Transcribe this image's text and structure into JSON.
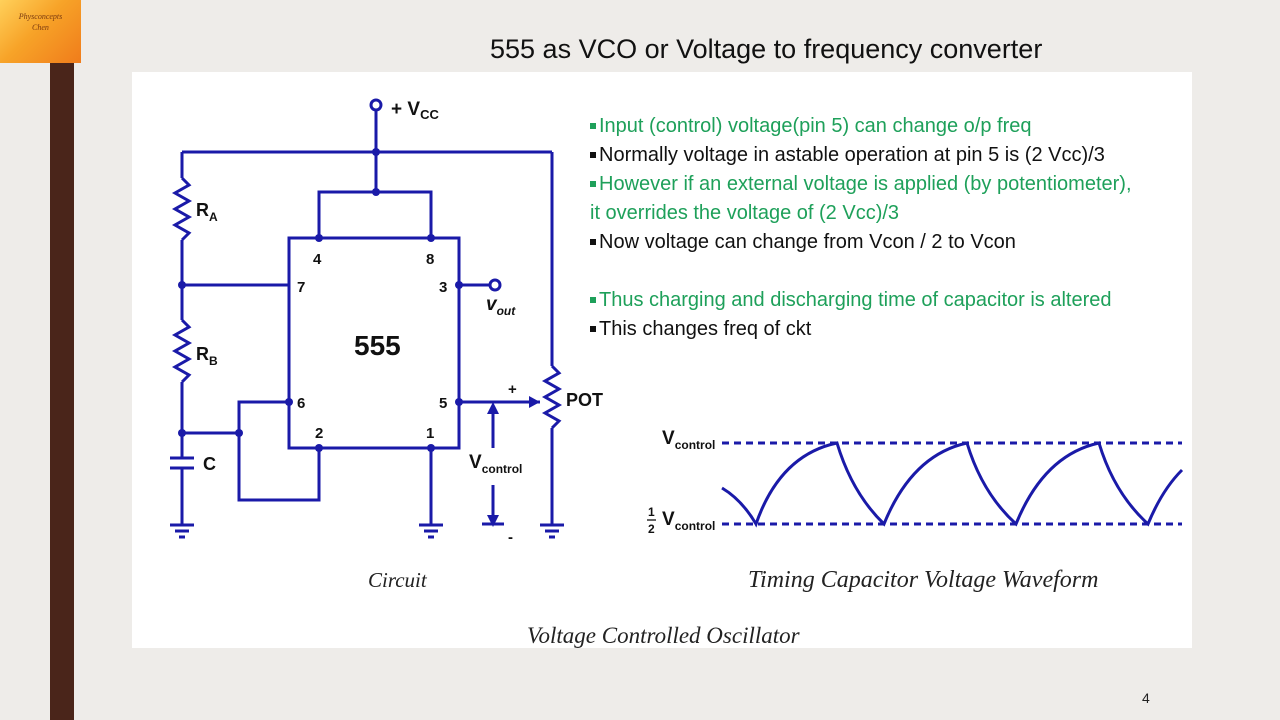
{
  "logo": {
    "line1": "Physconcepts",
    "line2": "Chen"
  },
  "slide": {
    "title": "555 as VCO  or Voltage to frequency converter",
    "page_number": "4"
  },
  "bullets": [
    {
      "text": "Input (control) voltage(pin 5) can change o/p freq",
      "color": "#1ea05a",
      "marker": true
    },
    {
      "text": "Normally voltage in astable operation at pin 5 is (2 Vcc)/3",
      "color": "#111111",
      "marker": true
    },
    {
      "text": "However if an external voltage is applied (by potentiometer),",
      "color": "#1ea05a",
      "marker": true
    },
    {
      "text": "it overrides the voltage of (2 Vcc)/3",
      "color": "#1ea05a",
      "marker": false
    },
    {
      "text": "Now voltage can change from Vcon / 2 to Vcon",
      "color": "#111111",
      "marker": true
    },
    {
      "text": "Thus charging and discharging time of capacitor is altered",
      "color": "#1ea05a",
      "marker": true
    },
    {
      "text": "This changes freq of ckt",
      "color": "#111111",
      "marker": true
    }
  ],
  "circuit": {
    "vcc": "+ V",
    "vcc_sub": "CC",
    "chip": "555",
    "ra": "R",
    "ra_sub": "A",
    "rb": "R",
    "rb_sub": "B",
    "c": "C",
    "pot": "POT",
    "vout": "v",
    "vout_sub": "out",
    "vcontrol": "V",
    "vcontrol_sub": "control",
    "plus": "+",
    "minus": "-",
    "pins": {
      "p4": "4",
      "p8": "8",
      "p7": "7",
      "p3": "3",
      "p6": "6",
      "p5": "5",
      "p2": "2",
      "p1": "1"
    },
    "caption": "Circuit"
  },
  "waveform": {
    "vcontrol": "V",
    "vcontrol_sub": "control",
    "half_num": "1",
    "half_den": "2",
    "half_v": "V",
    "half_sub": "control",
    "caption": "Timing Capacitor Voltage Waveform"
  },
  "figure_caption": "Voltage Controlled Oscillator"
}
